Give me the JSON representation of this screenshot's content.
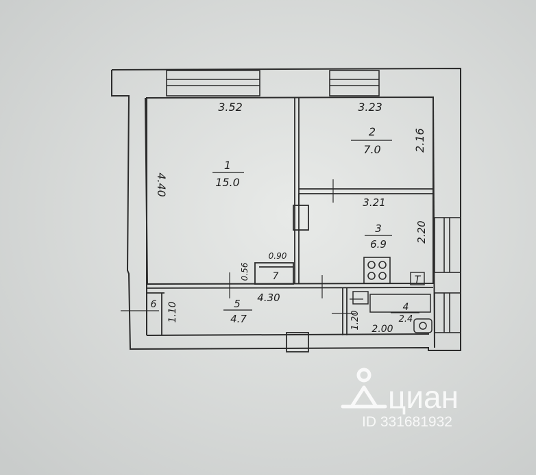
{
  "plan": {
    "rooms": [
      {
        "number": "1",
        "area": "15.0"
      },
      {
        "number": "2",
        "area": "7.0"
      },
      {
        "number": "3",
        "area": "6.9"
      },
      {
        "number": "4",
        "area": "2.4"
      },
      {
        "number": "5",
        "area": "4.7"
      },
      {
        "number": "6",
        "area": ""
      },
      {
        "number": "7",
        "area": ""
      }
    ],
    "dimensions": {
      "r1_width": "3.52",
      "r1_length": "4.40",
      "r2_width": "3.23",
      "r2_length": "2.16",
      "r3_width": "3.21",
      "r3_length": "2.20",
      "r4_width": "2.00",
      "r4_length": "1.20",
      "r5_width": "4.30",
      "r5_length": "1.10",
      "r7_width": "0.90",
      "r7_length": "0.56"
    },
    "stove_mark": "T"
  },
  "watermark": {
    "brand": "циан",
    "id": "ID 331681932"
  }
}
